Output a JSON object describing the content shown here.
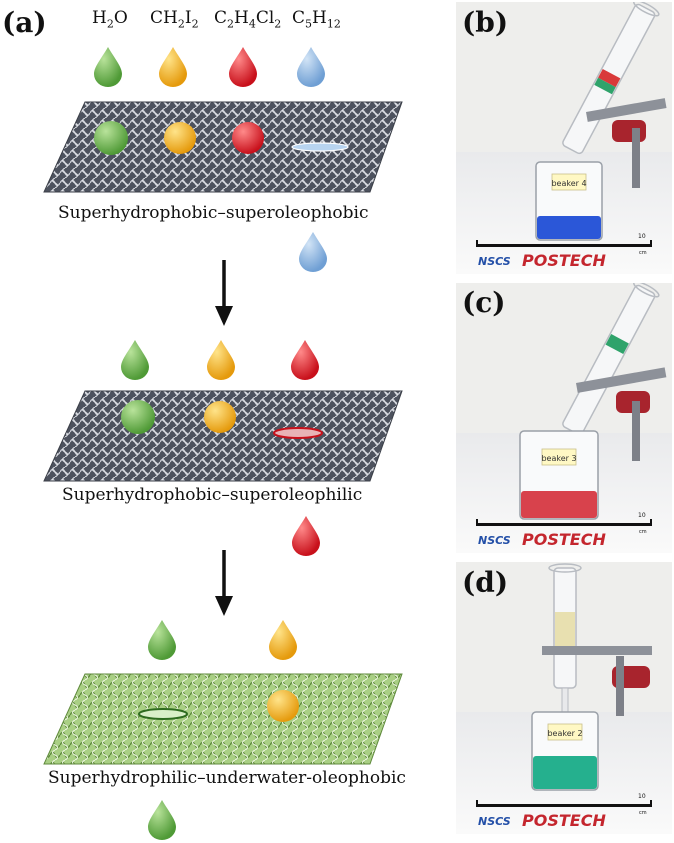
{
  "panel_a": {
    "label": "(a)",
    "liquids": [
      {
        "formula_html": "H<sub>2</sub>O",
        "color": "#6cae4f"
      },
      {
        "formula_html": "CH<sub>2</sub>I<sub>2</sub>",
        "color": "#f2b31d"
      },
      {
        "formula_html": "C<sub>2</sub>H<sub>4</sub>Cl<sub>2</sub>",
        "color": "#e4202a"
      },
      {
        "formula_html": "C<sub>5</sub>H<sub>12</sub>",
        "color": "#7ea9d8"
      }
    ],
    "states": [
      {
        "caption": "Superhydrophobic–superoleophobic",
        "mesh_color": "gray"
      },
      {
        "caption": "Superhydrophobic–superoleophilic",
        "mesh_color": "gray"
      },
      {
        "caption": "Superhydrophilic–underwater-oleophobic",
        "mesh_color": "green"
      }
    ]
  },
  "panel_b": {
    "label": "(b)",
    "beaker_label": "beaker 4",
    "liquid_color": "#2b57d8",
    "column_colors": [
      "#d93a3a",
      "#2fa36b"
    ]
  },
  "panel_c": {
    "label": "(c)",
    "beaker_label": "beaker 3",
    "liquid_color": "#d8424c",
    "column_colors": [
      "#2fa36b"
    ]
  },
  "panel_d": {
    "label": "(d)",
    "beaker_label": "beaker 2",
    "liquid_color": "#25b08e",
    "column_colors": [
      "#e8e0b0"
    ]
  },
  "scalebar": {
    "left_brand": "NSCS",
    "right_brand": "POSTECH",
    "end_tick": "10",
    "unit": "cm"
  },
  "colors": {
    "water": "#6cae4f",
    "diiodomethane": "#f2b31d",
    "dichloroethane": "#e4202a",
    "pentane": "#7ea9d8",
    "mesh_gray": "#4d525e",
    "mesh_green": "#8fba6a"
  }
}
